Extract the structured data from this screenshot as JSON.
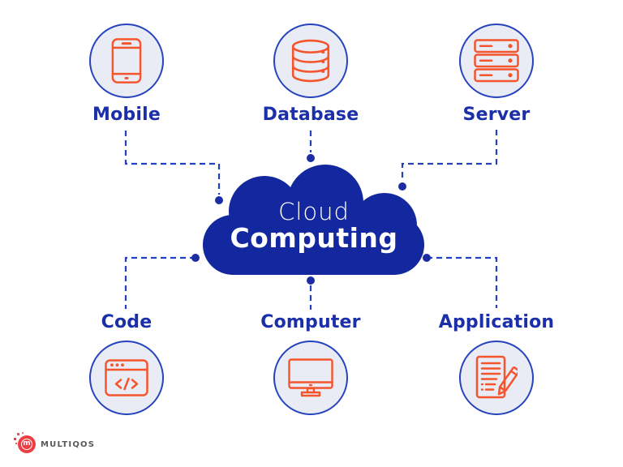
{
  "title": {
    "line1": "Cloud",
    "line2": "Computing"
  },
  "nodes": [
    {
      "id": "mobile",
      "label": "Mobile",
      "icon": "smartphone-icon",
      "position": "top-left"
    },
    {
      "id": "database",
      "label": "Database",
      "icon": "database-icon",
      "position": "top-center"
    },
    {
      "id": "server",
      "label": "Server",
      "icon": "server-rack-icon",
      "position": "top-right"
    },
    {
      "id": "code",
      "label": "Code",
      "icon": "code-window-icon",
      "position": "bottom-left"
    },
    {
      "id": "computer",
      "label": "Computer",
      "icon": "desktop-monitor-icon",
      "position": "bottom-center"
    },
    {
      "id": "application",
      "label": "Application",
      "icon": "document-pencil-icon",
      "position": "bottom-right"
    }
  ],
  "logo": {
    "text": "MULTIQOS",
    "mark_letter": "m"
  },
  "colors": {
    "cloud_navy": "#13289e",
    "label_blue": "#1b2fa8",
    "connector_blue": "#2440bc",
    "dot_navy": "#1c2da4",
    "circle_border": "#2643be",
    "circle_fill": "#e9ecf5",
    "icon_orange": "#f5552d",
    "logo_red": "#ee3d43",
    "logo_text_gray": "#58595b",
    "background": "#ffffff"
  }
}
